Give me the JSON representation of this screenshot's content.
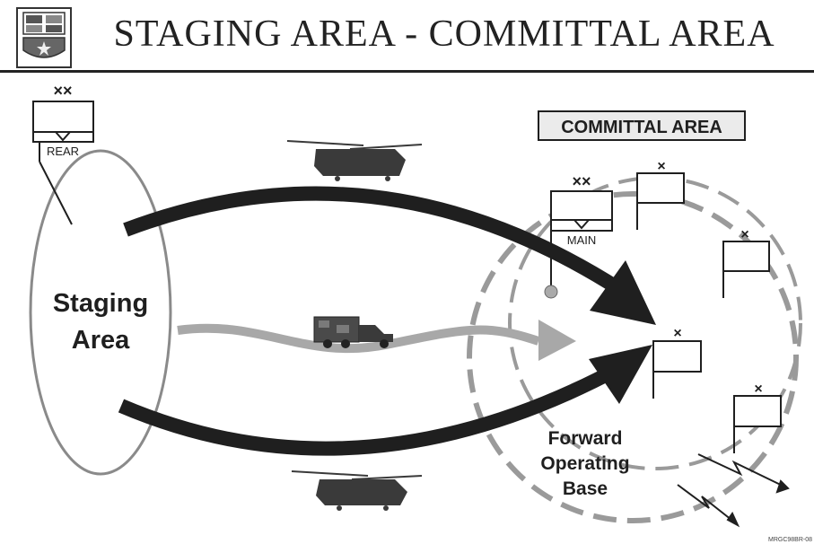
{
  "header": {
    "title": "STAGING AREA - COMMITTAL AREA"
  },
  "diagram": {
    "staging_area_line1": "Staging",
    "staging_area_line2": "Area",
    "committal_area_label": "COMMITTAL AREA",
    "forward_operating_base_line1": "Forward",
    "forward_operating_base_line2": "Operating",
    "forward_operating_base_line3": "Base",
    "rear_hq": {
      "echelon": "××",
      "label": "REAR"
    },
    "main_hq": {
      "echelon": "××",
      "label": "MAIN"
    },
    "brigade_echelon": "×"
  },
  "footer": {
    "code": "MRGC98BR-08"
  },
  "colors": {
    "ink": "#1f1f1f",
    "gray_arrow": "#a8a8a8",
    "dashed_circle": "#9a9a9a",
    "committal_box_fill": "#ebebeb",
    "vehicle": "#3a3a3a"
  },
  "icons": [
    "emblem-icon",
    "helicopter-icon",
    "truck-icon",
    "lightning-arrow-icon"
  ]
}
